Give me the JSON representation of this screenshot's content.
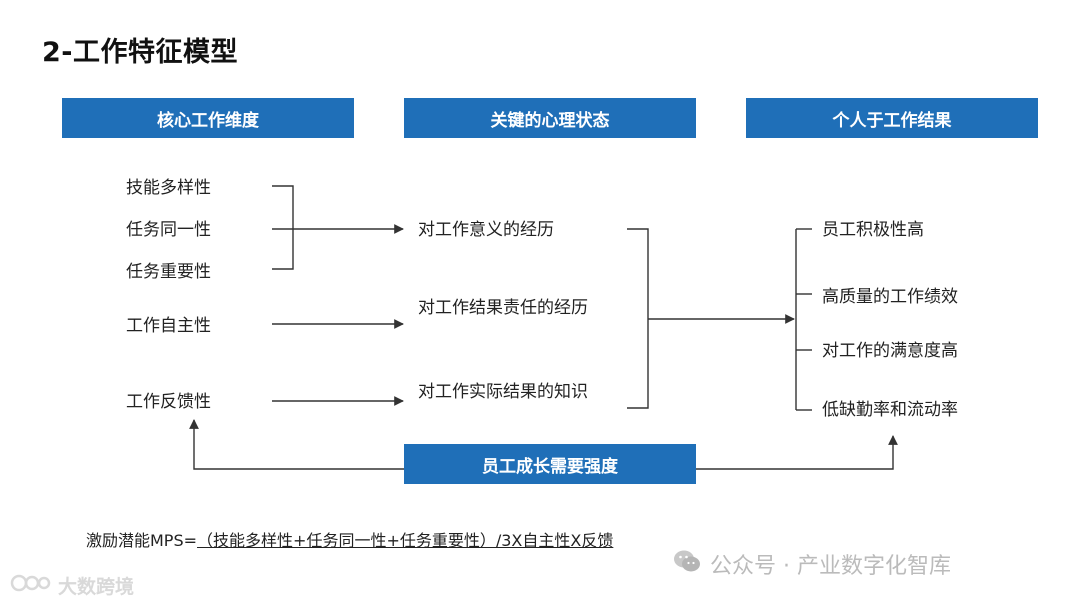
{
  "title": "2-工作特征模型",
  "headers": {
    "col1": "核心工作维度",
    "col2": "关键的心理状态",
    "col3": "个人于工作结果"
  },
  "core_dimensions": [
    "技能多样性",
    "任务同一性",
    "任务重要性",
    "工作自主性",
    "工作反馈性"
  ],
  "psych_states": [
    "对工作意义的经历",
    "对工作结果责任的经历",
    "对工作实际结果的知识"
  ],
  "outcomes": [
    "员工积极性高",
    "高质量的工作绩效",
    "对工作的满意度高",
    "低缺勤率和流动率"
  ],
  "moderator": "员工成长需要强度",
  "formula": {
    "prefix": "激励潜能MPS=",
    "underlined": "（技能多样性+任务同一性+任务重要性）/3X自主性X反馈"
  },
  "watermarks": {
    "right": "公众号 · 产业数字化智库",
    "left": "大数跨境"
  },
  "colors": {
    "header_bg": "#1f6fb8",
    "line": "#333333"
  },
  "icons": {
    "wechat": "wechat-icon",
    "brand": "brand-logo-icon"
  }
}
